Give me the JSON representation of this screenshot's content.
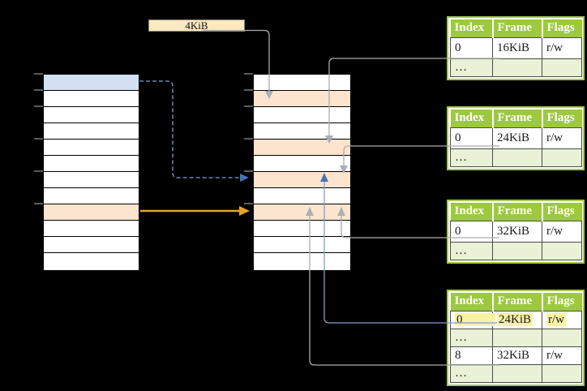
{
  "diagram": {
    "size_label": "4KiB",
    "left_column": {
      "row_count": 12,
      "blue_rows": [
        0
      ],
      "orange_rows": [
        8
      ]
    },
    "middle_column": {
      "row_count": 12,
      "orange_rows": [
        1,
        4,
        6,
        8
      ]
    },
    "page_tables": [
      {
        "headers": [
          "Index",
          "Frame",
          "Flags"
        ],
        "rows": [
          {
            "index": "0",
            "frame": "16KiB",
            "flags": "r/w",
            "shade": "white",
            "highlight": false
          },
          {
            "index": "…",
            "frame": "",
            "flags": "",
            "shade": "green",
            "highlight": false
          }
        ]
      },
      {
        "headers": [
          "Index",
          "Frame",
          "Flags"
        ],
        "rows": [
          {
            "index": "0",
            "frame": "24KiB",
            "flags": "r/w",
            "shade": "white",
            "highlight": false
          },
          {
            "index": "…",
            "frame": "",
            "flags": "",
            "shade": "green",
            "highlight": false
          }
        ]
      },
      {
        "headers": [
          "Index",
          "Frame",
          "Flags"
        ],
        "rows": [
          {
            "index": "0",
            "frame": "32KiB",
            "flags": "r/w",
            "shade": "white",
            "highlight": false
          },
          {
            "index": "…",
            "frame": "",
            "flags": "",
            "shade": "green",
            "highlight": false
          }
        ]
      },
      {
        "headers": [
          "Index",
          "Frame",
          "Flags"
        ],
        "rows": [
          {
            "index": "0",
            "frame": "24KiB",
            "flags": "r/w",
            "shade": "white",
            "highlight": true
          },
          {
            "index": "…",
            "frame": "",
            "flags": "",
            "shade": "green",
            "highlight": false
          },
          {
            "index": "8",
            "frame": "32KiB",
            "flags": "r/w",
            "shade": "white",
            "highlight": false
          },
          {
            "index": "…",
            "frame": "",
            "flags": "",
            "shade": "green",
            "highlight": false
          }
        ]
      }
    ],
    "colors": {
      "header_green": "#9CC93E",
      "table_border_green": "#A3C84F",
      "row_green": "#E9F1D6",
      "orange_fill": "#FDE4CE",
      "blue_fill": "#D2E0F2",
      "box_fill": "#FCE9C0",
      "highlight_yellow": "#F9F2A1",
      "arrow_gray": "#ABABAB",
      "arrowhead_gray": "#A9AFB6",
      "arrow_blue": "#7D9FD4",
      "arrowhead_blue": "#4A72B2",
      "arrow_orange": "#E2A42C",
      "tick_gray": "#999999"
    }
  }
}
